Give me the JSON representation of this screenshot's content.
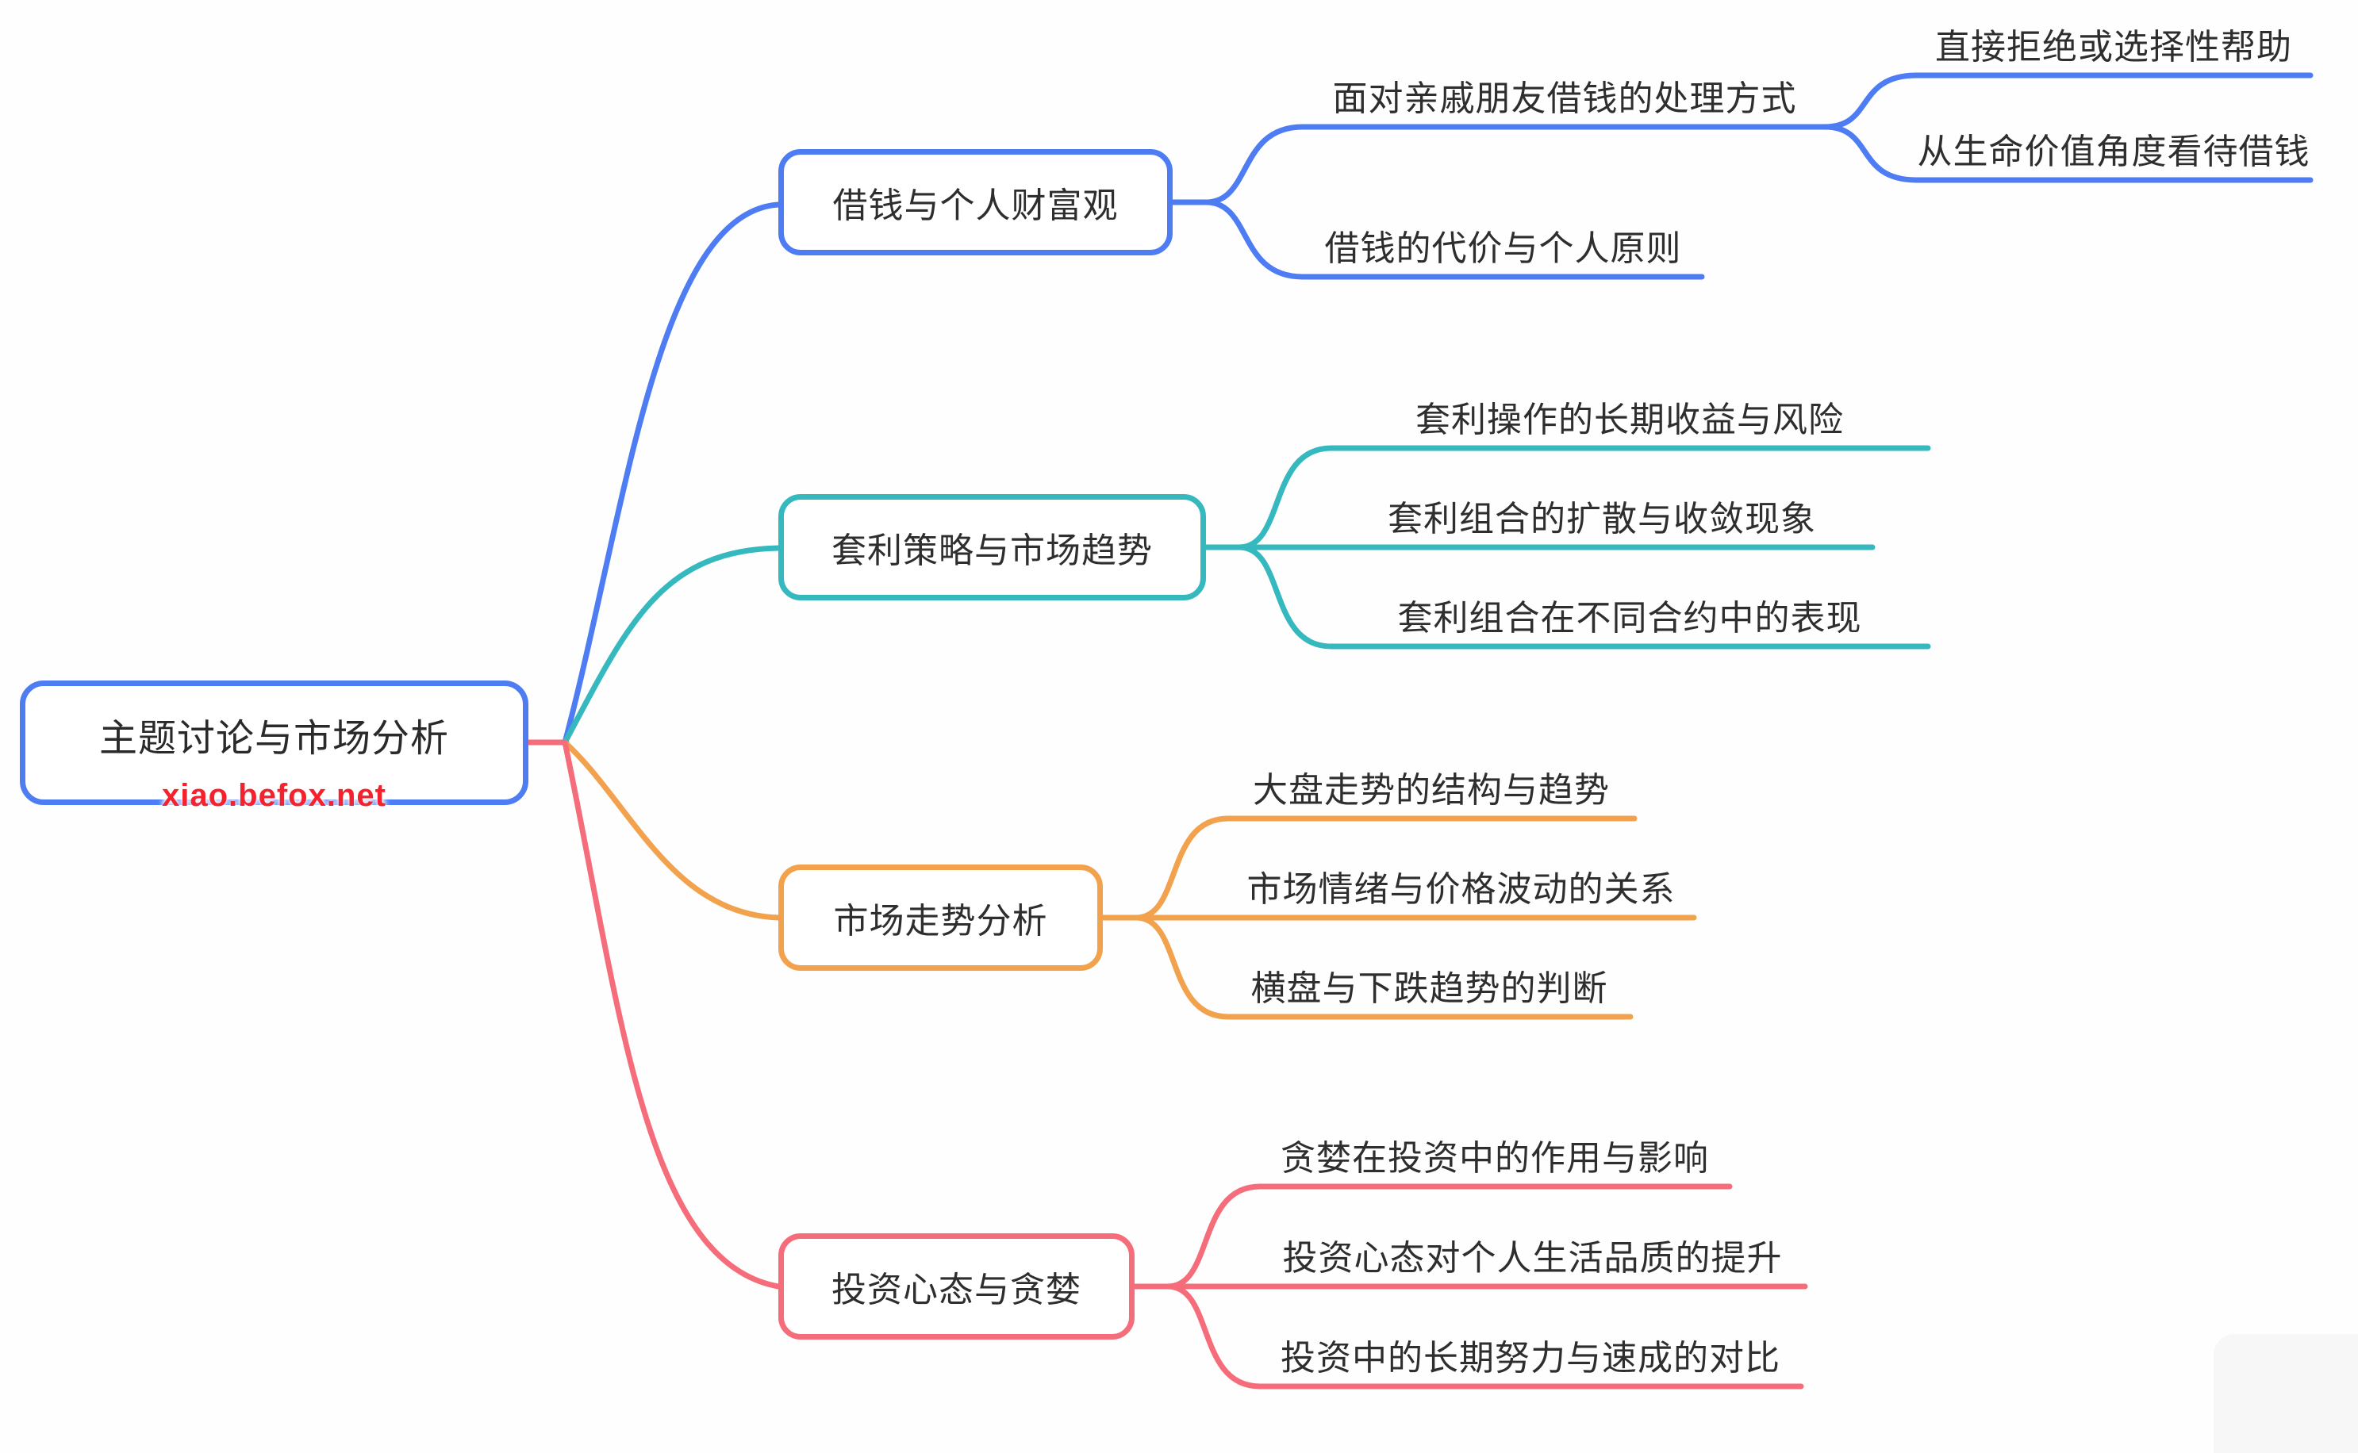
{
  "background": "#fefefe",
  "root": {
    "title": "主题讨论与市场分析",
    "watermark": "xiao.befox.net",
    "border_color": "#4d7cf3",
    "watermark_color": "#f5222d"
  },
  "branches": [
    {
      "label": "借钱与个人财富观",
      "color": "#4d7cf3",
      "children": [
        {
          "label": "面对亲戚朋友借钱的处理方式",
          "children": [
            {
              "label": "直接拒绝或选择性帮助"
            },
            {
              "label": "从生命价值角度看待借钱"
            }
          ]
        },
        {
          "label": "借钱的代价与个人原则"
        }
      ]
    },
    {
      "label": "套利策略与市场趋势",
      "color": "#35b9bf",
      "children": [
        {
          "label": "套利操作的长期收益与风险"
        },
        {
          "label": "套利组合的扩散与收敛现象"
        },
        {
          "label": "套利组合在不同合约中的表现"
        }
      ]
    },
    {
      "label": "市场走势分析",
      "color": "#f2a24d",
      "children": [
        {
          "label": "大盘走势的结构与趋势"
        },
        {
          "label": "市场情绪与价格波动的关系"
        },
        {
          "label": "横盘与下跌趋势的判断"
        }
      ]
    },
    {
      "label": "投资心态与贪婪",
      "color": "#f56d7a",
      "children": [
        {
          "label": "贪婪在投资中的作用与影响"
        },
        {
          "label": "投资心态对个人生活品质的提升"
        },
        {
          "label": "投资中的长期努力与速成的对比"
        }
      ]
    }
  ]
}
